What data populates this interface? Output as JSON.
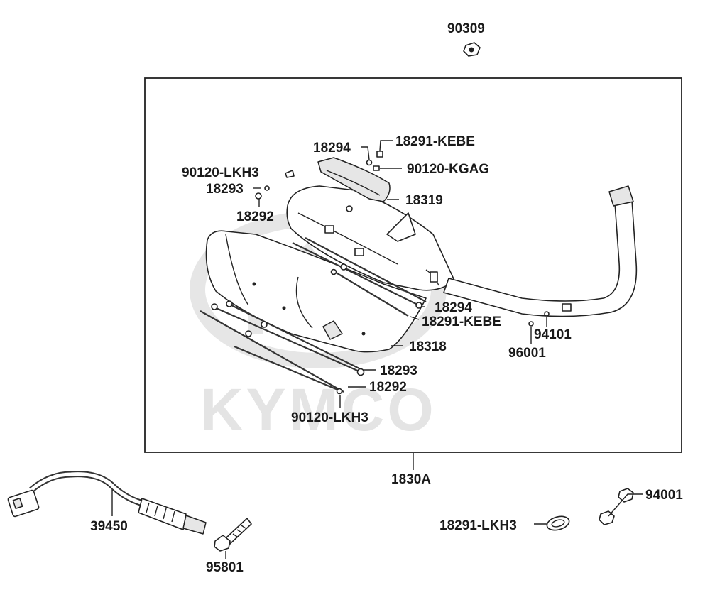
{
  "watermark": "KYMCO",
  "labels": {
    "p90309": "90309",
    "p18294_top": "18294",
    "p18291_kebe_top": "18291-KEBE",
    "p90120_lkh3_top": "90120-LKH3",
    "p90120_kgag": "90120-KGAG",
    "p18293_top": "18293",
    "p18319": "18319",
    "p18292_top": "18292",
    "p18294_mid": "18294",
    "p18291_kebe_mid": "18291-KEBE",
    "p94101": "94101",
    "p96001": "96001",
    "p18318": "18318",
    "p18293_bot": "18293",
    "p18292_bot": "18292",
    "p90120_lkh3_bot": "90120-LKH3",
    "p1830a": "1830A",
    "p39450": "39450",
    "p95801": "95801",
    "p94001": "94001",
    "p18291_lkh3": "18291-LKH3"
  }
}
